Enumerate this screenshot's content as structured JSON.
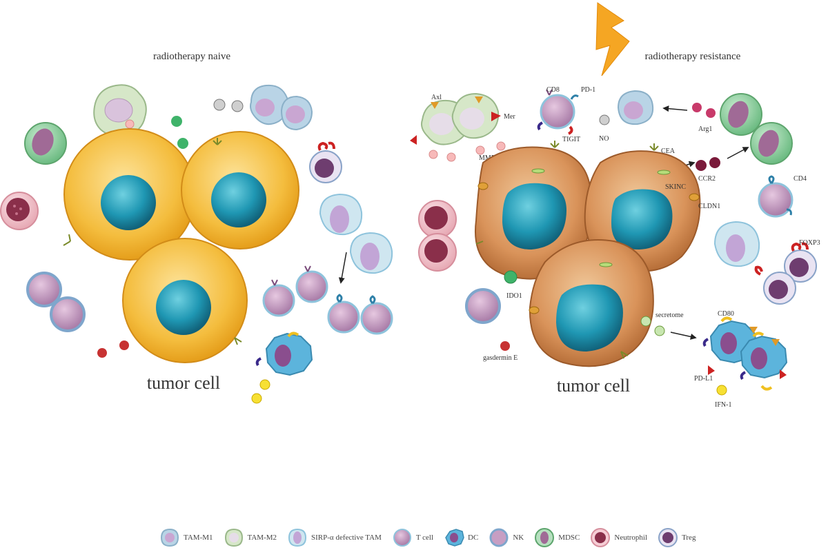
{
  "panels": {
    "left_title": "radiotherapy naive",
    "right_title": "radiotherapy resistance",
    "left_tumor_label": "tumor cell",
    "right_tumor_label": "tumor cell"
  },
  "annotations": {
    "axl": "Axl",
    "mer": "Mer",
    "mmp9": "MMP9",
    "cd8": "CD8",
    "pd1": "PD-1",
    "tigit": "TIGIT",
    "no": "NO",
    "arg1": "Arg1",
    "cea": "CEA",
    "ccr2": "CCR2",
    "sknc": "SKINC",
    "cldn1": "CLDN1",
    "cd4": "CD4",
    "foxp3": "FOXP3",
    "ido1": "IDO1",
    "secretome": "secretome",
    "cd80": "CD80",
    "pdl1": "PD-L1",
    "ifn1": "IFN-1",
    "gasdermin": "gasdermin E"
  },
  "legend": [
    {
      "label": "TAM-M1",
      "icon": "tam-m1-icon"
    },
    {
      "label": "TAM-M2",
      "icon": "tam-m2-icon"
    },
    {
      "label": "SIRP-α defective TAM",
      "icon": "sirp-tam-icon"
    },
    {
      "label": "T cell",
      "icon": "t-cell-icon"
    },
    {
      "label": "DC",
      "icon": "dc-icon"
    },
    {
      "label": "NK",
      "icon": "nk-icon"
    },
    {
      "label": "MDSC",
      "icon": "mdsc-icon"
    },
    {
      "label": "Neutrophil",
      "icon": "neutrophil-icon"
    },
    {
      "label": "Treg",
      "icon": "treg-icon"
    }
  ],
  "colors": {
    "tumor_naive": "#f2b733",
    "tumor_resistant": "#d9955a",
    "nucleus": "#1f8fa8",
    "lightning": "#f5a623"
  }
}
